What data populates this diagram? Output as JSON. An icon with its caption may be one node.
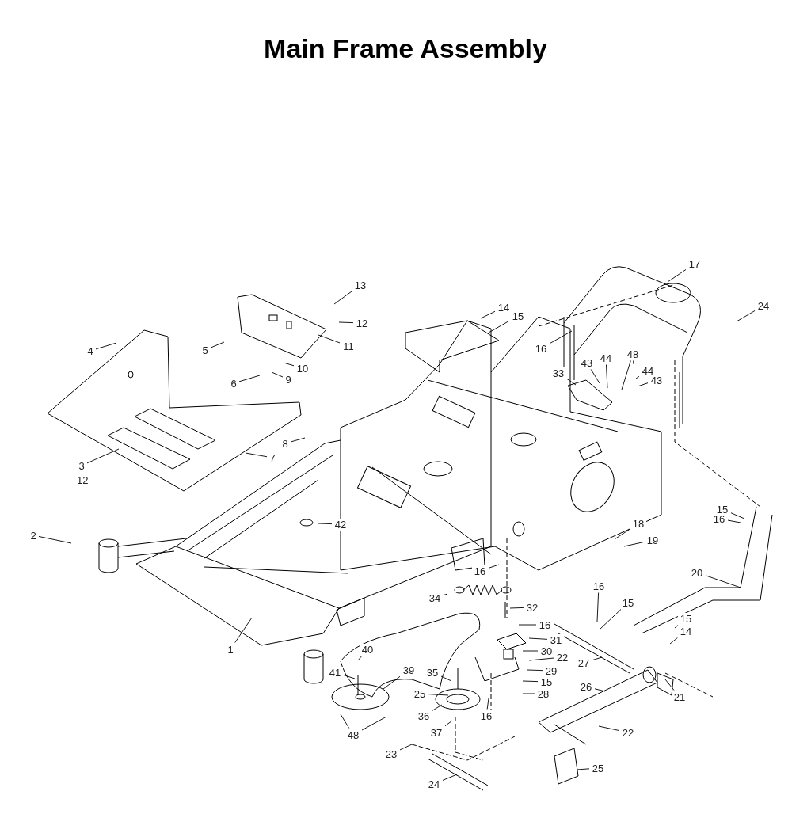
{
  "diagram": {
    "title": "Main Frame Assembly",
    "nodes": [
      {
        "text": [
          "1"
        ]
      },
      {
        "text": [
          "2"
        ]
      },
      {
        "text": [
          "3"
        ],
        "beside": [
          "12"
        ]
      },
      {
        "text": [
          "4"
        ]
      },
      {
        "text": [
          "5"
        ]
      },
      {
        "text": [
          "6"
        ]
      },
      {
        "text": [
          "7"
        ]
      },
      {
        "text": [
          "8"
        ]
      },
      {
        "text": [
          "9"
        ]
      },
      {
        "text": [
          "10"
        ]
      },
      {
        "text": [
          "11"
        ]
      },
      {
        "text": [
          "12"
        ]
      },
      {
        "text": [
          "13"
        ]
      },
      {
        "text": [
          "14"
        ]
      },
      {
        "text": [
          "15"
        ]
      },
      {
        "text": [
          "16"
        ]
      },
      {
        "text": [
          "17"
        ]
      },
      {
        "text": [
          "24"
        ]
      },
      {
        "text": [
          "33"
        ]
      },
      {
        "text": [
          "43"
        ]
      },
      {
        "text": [
          "44"
        ]
      },
      {
        "text": [
          "48"
        ]
      },
      {
        "text": [
          "44"
        ]
      },
      {
        "text": [
          "43"
        ]
      },
      {
        "text": [
          "15"
        ]
      },
      {
        "text": [
          "16"
        ]
      },
      {
        "text": [
          "18"
        ]
      },
      {
        "text": [
          "19"
        ]
      },
      {
        "text": [
          "20"
        ]
      },
      {
        "text": [
          "42"
        ]
      },
      {
        "text": [
          "16"
        ]
      },
      {
        "text": [
          "34"
        ]
      },
      {
        "text": [
          "32"
        ]
      },
      {
        "text": [
          "16"
        ]
      },
      {
        "text": [
          "31"
        ]
      },
      {
        "text": [
          "30"
        ]
      },
      {
        "text": [
          "22"
        ]
      },
      {
        "text": [
          "29"
        ]
      },
      {
        "text": [
          "15"
        ]
      },
      {
        "text": [
          "28"
        ]
      },
      {
        "text": [
          "16"
        ]
      },
      {
        "text": [
          "16"
        ]
      },
      {
        "text": [
          "15"
        ]
      },
      {
        "text": [
          "27"
        ]
      },
      {
        "text": [
          "26"
        ]
      },
      {
        "text": [
          "21"
        ]
      },
      {
        "text": [
          "22"
        ]
      },
      {
        "text": [
          "25"
        ]
      },
      {
        "text": [
          "24"
        ]
      },
      {
        "text": [
          "23"
        ]
      },
      {
        "text": [
          "37"
        ]
      },
      {
        "text": [
          "36"
        ]
      },
      {
        "text": [
          "25"
        ]
      },
      {
        "text": [
          "35"
        ]
      },
      {
        "text": [
          "39"
        ]
      },
      {
        "text": [
          "40"
        ]
      },
      {
        "text": [
          "41"
        ]
      },
      {
        "text": [
          "48"
        ]
      },
      {
        "text": [
          "15"
        ]
      },
      {
        "text": [
          "14"
        ]
      }
    ],
    "edges": [
      {
        "from": 0,
        "to": null,
        "arrow": "none"
      },
      {
        "from": 1,
        "to": null,
        "arrow": "none"
      },
      {
        "from": 2,
        "to": null,
        "arrow": "none"
      },
      {
        "from": 3,
        "to": null,
        "arrow": "none"
      },
      {
        "from": 4,
        "to": null,
        "arrow": "none"
      },
      {
        "from": 5,
        "to": null,
        "arrow": "none"
      },
      {
        "from": 6,
        "to": null,
        "arrow": "none"
      },
      {
        "from": 7,
        "to": null,
        "arrow": "none"
      },
      {
        "from": 8,
        "to": null,
        "arrow": "none"
      },
      {
        "from": 9,
        "to": null,
        "arrow": "none"
      },
      {
        "from": 10,
        "to": null,
        "arrow": "none"
      },
      {
        "from": 11,
        "to": null,
        "arrow": "none"
      },
      {
        "from": 12,
        "to": null,
        "arrow": "none"
      },
      {
        "from": 13,
        "to": null,
        "arrow": "none"
      },
      {
        "from": 14,
        "to": null,
        "arrow": "none"
      },
      {
        "from": 15,
        "to": null,
        "arrow": "none"
      },
      {
        "from": 16,
        "to": null,
        "arrow": "none"
      },
      {
        "from": 17,
        "to": null,
        "arrow": "none"
      },
      {
        "from": 18,
        "to": null,
        "arrow": "none"
      },
      {
        "from": 19,
        "to": null,
        "arrow": "none"
      },
      {
        "from": 20,
        "to": null,
        "arrow": "none"
      },
      {
        "from": 21,
        "to": null,
        "arrow": "none"
      },
      {
        "from": 21,
        "to": null,
        "arrow": "none"
      },
      {
        "from": 22,
        "to": null,
        "arrow": "none"
      },
      {
        "from": 23,
        "to": null,
        "arrow": "none"
      },
      {
        "from": 24,
        "to": null,
        "arrow": "none"
      },
      {
        "from": 25,
        "to": null,
        "arrow": "none"
      },
      {
        "from": 26,
        "to": null,
        "arrow": "none"
      },
      {
        "from": 27,
        "to": null,
        "arrow": "none"
      },
      {
        "from": 28,
        "to": null,
        "arrow": "none"
      },
      {
        "from": 29,
        "to": null,
        "arrow": "none"
      },
      {
        "from": 30,
        "to": null,
        "arrow": "none"
      },
      {
        "from": 31,
        "to": null,
        "arrow": "none"
      },
      {
        "from": 32,
        "to": null,
        "arrow": "none"
      },
      {
        "from": 33,
        "to": null,
        "arrow": "none"
      },
      {
        "from": 34,
        "to": null,
        "arrow": "none"
      },
      {
        "from": 35,
        "to": null,
        "arrow": "none"
      },
      {
        "from": 36,
        "to": null,
        "arrow": "none"
      },
      {
        "from": 37,
        "to": null,
        "arrow": "none"
      },
      {
        "from": 38,
        "to": null,
        "arrow": "none"
      },
      {
        "from": 39,
        "to": null,
        "arrow": "none"
      },
      {
        "from": 40,
        "to": null,
        "arrow": "none"
      },
      {
        "from": 41,
        "to": null,
        "arrow": "none"
      },
      {
        "from": 42,
        "to": null,
        "arrow": "none"
      },
      {
        "from": 43,
        "to": null,
        "arrow": "none"
      },
      {
        "from": 44,
        "to": null,
        "arrow": "none"
      },
      {
        "from": 45,
        "to": null,
        "arrow": "none"
      },
      {
        "from": 46,
        "to": null,
        "arrow": "none"
      },
      {
        "from": 47,
        "to": null,
        "arrow": "none"
      },
      {
        "from": 48,
        "to": null,
        "arrow": "none"
      },
      {
        "from": 49,
        "to": null,
        "arrow": "none"
      },
      {
        "from": 50,
        "to": null,
        "arrow": "none"
      },
      {
        "from": 51,
        "to": null,
        "arrow": "none"
      },
      {
        "from": 52,
        "to": null,
        "arrow": "none"
      },
      {
        "from": 53,
        "to": null,
        "arrow": "none"
      },
      {
        "from": 54,
        "to": null,
        "arrow": "none"
      },
      {
        "from": 55,
        "to": null,
        "arrow": "none"
      },
      {
        "from": 56,
        "to": null,
        "arrow": "none"
      },
      {
        "from": 57,
        "to": null,
        "arrow": "none"
      },
      {
        "from": 57,
        "to": null,
        "arrow": "none"
      },
      {
        "from": 58,
        "to": null,
        "arrow": "none"
      },
      {
        "from": 59,
        "to": null,
        "arrow": "none"
      }
    ],
    "labels": []
  }
}
